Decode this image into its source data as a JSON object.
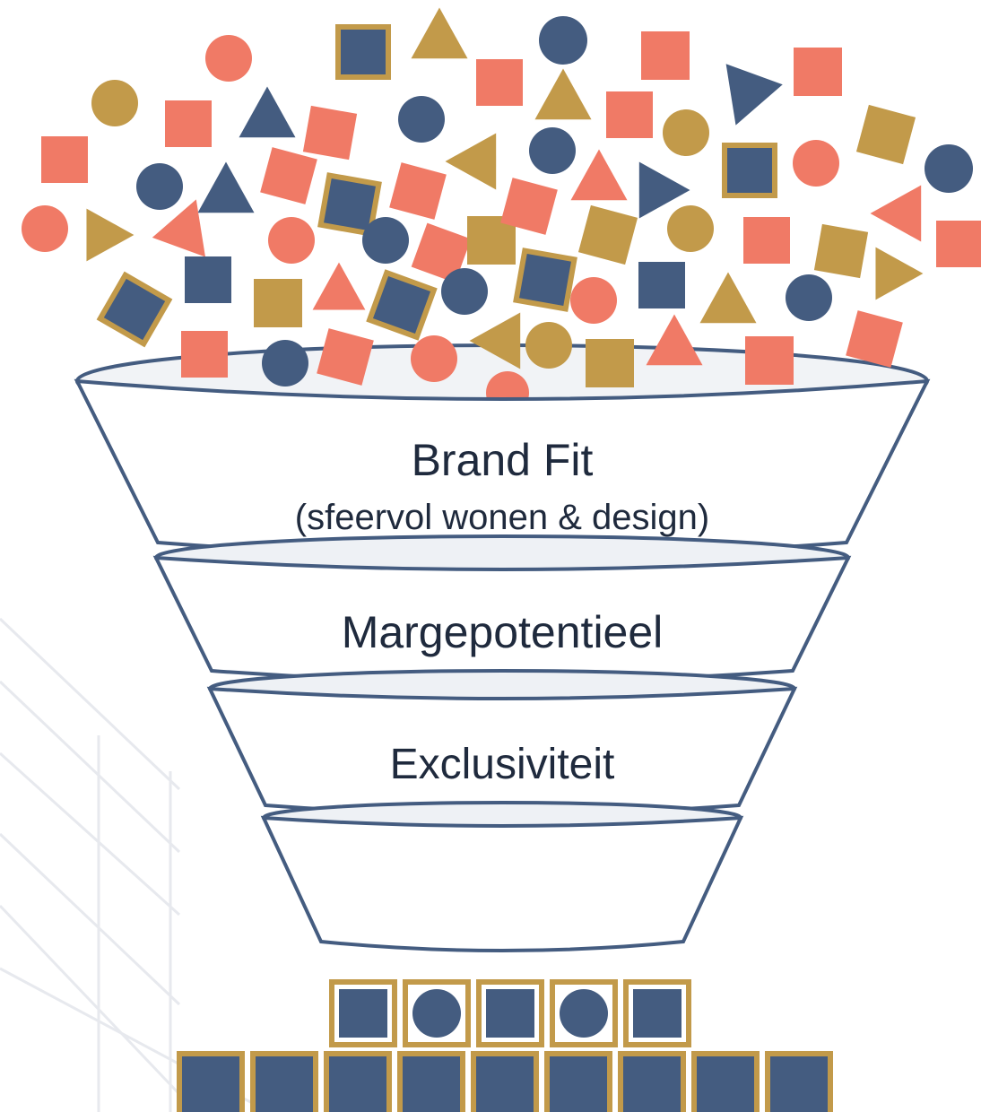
{
  "colors": {
    "coral": "#f07a66",
    "navy": "#445c80",
    "gold": "#c29a4a",
    "outline": "#445c80",
    "text": "#1f2a3d",
    "grid": "#e7e9ee"
  },
  "funnel": {
    "stages": [
      {
        "title": "Brand Fit",
        "subtitle": "(sfeervol wonen & design)"
      },
      {
        "title": "Margepotentieel"
      },
      {
        "title": "Exclusiviteit"
      },
      {
        "title": ""
      }
    ]
  },
  "input_shapes": {
    "count": 69,
    "kinds": [
      "square",
      "circle",
      "triangle",
      "framed-square"
    ],
    "color_names": [
      "coral",
      "navy",
      "gold"
    ]
  },
  "output": {
    "top_row": [
      "framed-square",
      "framed-circle",
      "framed-square",
      "framed-circle",
      "framed-square"
    ],
    "bottom_row_count": 9,
    "bottom_row_shape": "framed-square"
  }
}
